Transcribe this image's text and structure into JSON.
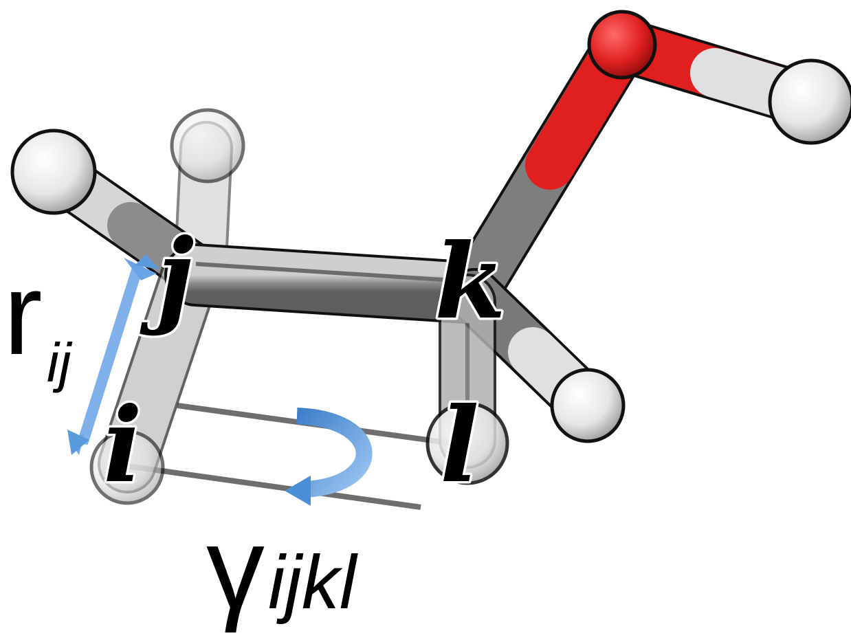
{
  "atoms": {
    "i": "i",
    "j": "j",
    "k": "k",
    "l": "l"
  },
  "bond_length": {
    "symbol": "r",
    "subscript": "ij"
  },
  "torsion": {
    "symbol": "γ",
    "subscript": "ijkl"
  },
  "colors": {
    "carbon": "#8a8a8a",
    "hydrogen": "#e8e8e8",
    "oxygen": "#e02020",
    "arrow": "#5b9bdc",
    "reference_line": "#6e6e6e"
  }
}
